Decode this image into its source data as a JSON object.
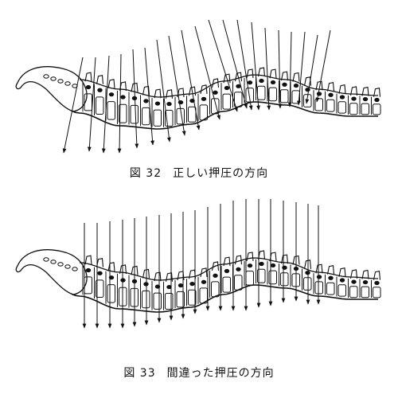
{
  "figures": [
    {
      "number": "図 32",
      "caption": "正しい押圧の方向"
    },
    {
      "number": "図 33",
      "caption": "間違った押圧の方向"
    }
  ]
}
